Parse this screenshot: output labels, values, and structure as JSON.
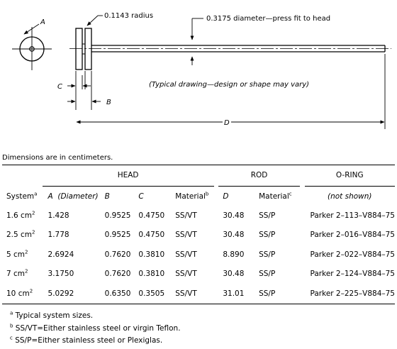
{
  "drawing": {
    "label_a": "A",
    "label_c": "C",
    "label_b": "B",
    "label_d": "D",
    "radius_callout": "0.1143 radius",
    "diameter_callout": "0.3175 diameter—press fit to head",
    "caption": "(Typical drawing—design or shape may vary)"
  },
  "units_note": "Dimensions are in centimeters.",
  "table": {
    "groups": {
      "head": "HEAD",
      "rod": "ROD",
      "oring": "O-RING"
    },
    "columns": {
      "system": "System",
      "system_sup": "a",
      "a_letter": "A",
      "a_text": "(Diameter)",
      "b": "B",
      "c": "C",
      "head_material": "Material",
      "head_material_sup": "b",
      "d": "D",
      "rod_material": "Material",
      "rod_material_sup": "c",
      "oring": "(not shown)"
    },
    "rows": [
      {
        "system": "1.6 cm",
        "sq": "2",
        "a": "1.428",
        "b": "0.9525",
        "c": "0.4750",
        "mh": "SS/VT",
        "d": "30.48",
        "mr": "SS/P",
        "oring": "Parker 2–113–V884–75"
      },
      {
        "system": "2.5 cm",
        "sq": "2",
        "a": "1.778",
        "b": "0.9525",
        "c": "0.4750",
        "mh": "SS/VT",
        "d": "30.48",
        "mr": "SS/P",
        "oring": "Parker 2–016–V884–75"
      },
      {
        "system": "5 cm",
        "sq": "2",
        "a": "2.6924",
        "b": "0.7620",
        "c": "0.3810",
        "mh": "SS/VT",
        "d": "8.890",
        "mr": "SS/P",
        "oring": "Parker 2–022–V884–75"
      },
      {
        "system": "7 cm",
        "sq": "2",
        "a": "3.1750",
        "b": "0.7620",
        "c": "0.3810",
        "mh": "SS/VT",
        "d": "30.48",
        "mr": "SS/P",
        "oring": "Parker 2–124–V884–75"
      },
      {
        "system": "10 cm",
        "sq": "2",
        "a": "5.0292",
        "b": "0.6350",
        "c": "0.3505",
        "mh": "SS/VT",
        "d": "31.01",
        "mr": "SS/P",
        "oring": "Parker 2–225–V884–75"
      }
    ]
  },
  "footnotes": [
    {
      "mark": "a",
      "text": "Typical system sizes."
    },
    {
      "mark": "b",
      "text": "SS/VT=Either stainless steel or virgin Teflon."
    },
    {
      "mark": "c",
      "text": "SS/P=Either stainless steel or Plexiglas."
    }
  ]
}
